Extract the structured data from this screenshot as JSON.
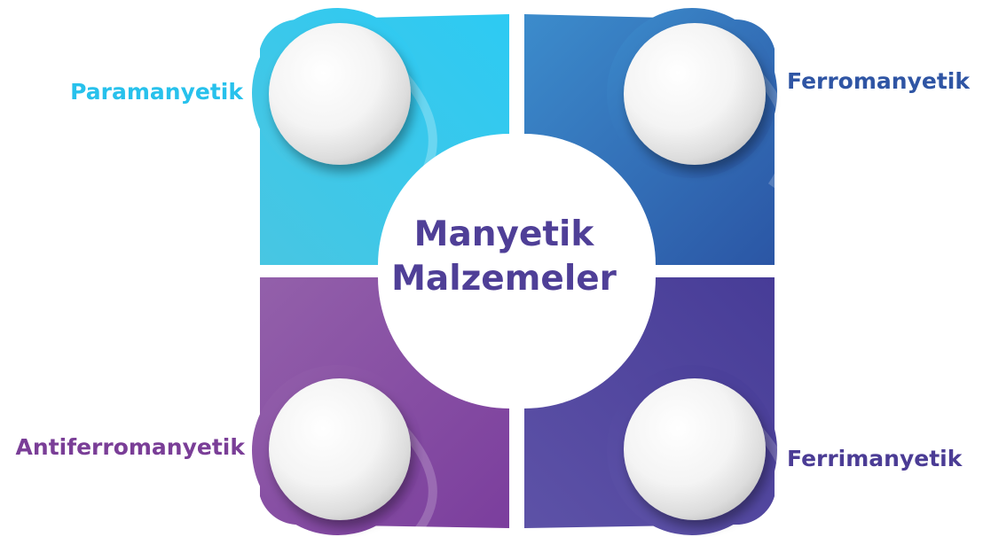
{
  "center": {
    "line1": "Manyetik",
    "line2": "Malzemeler",
    "color": "#4f3f97"
  },
  "segments": [
    {
      "id": "tl",
      "label": "Paramanyetik",
      "color": "#27c1ec",
      "gradient_from": "#46c8e4",
      "gradient_to": "#2cc9f2"
    },
    {
      "id": "tr",
      "label": "Ferromanyetik",
      "color": "#2f55a4",
      "gradient_from": "#3b86c8",
      "gradient_to": "#2c5aa8"
    },
    {
      "id": "bl",
      "label": "Antiferromanyetik",
      "color": "#7a3e97",
      "gradient_from": "#8e5aa7",
      "gradient_to": "#7b3f9d"
    },
    {
      "id": "br",
      "label": "Ferrimanyetik",
      "color": "#4b3c95",
      "gradient_from": "#5a4ea4",
      "gradient_to": "#4a3e98"
    }
  ]
}
